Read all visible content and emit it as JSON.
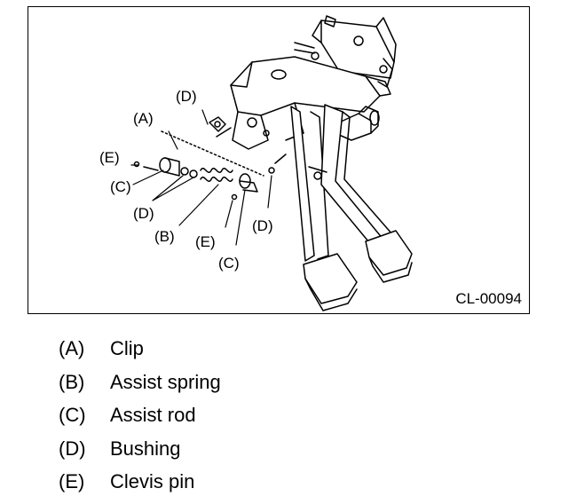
{
  "figure": {
    "code": "CL-00094",
    "callouts": [
      {
        "id": "A1",
        "text": "(A)"
      },
      {
        "id": "D1",
        "text": "(D)"
      },
      {
        "id": "E1",
        "text": "(E)"
      },
      {
        "id": "C1",
        "text": "(C)"
      },
      {
        "id": "D2",
        "text": "(D)"
      },
      {
        "id": "B1",
        "text": "(B)"
      },
      {
        "id": "E2",
        "text": "(E)"
      },
      {
        "id": "D3",
        "text": "(D)"
      },
      {
        "id": "C2",
        "text": "(C)"
      }
    ]
  },
  "legend": [
    {
      "key": "(A)",
      "term": "Clip"
    },
    {
      "key": "(B)",
      "term": "Assist spring"
    },
    {
      "key": "(C)",
      "term": "Assist rod"
    },
    {
      "key": "(D)",
      "term": "Bushing"
    },
    {
      "key": "(E)",
      "term": "Clevis pin"
    }
  ]
}
